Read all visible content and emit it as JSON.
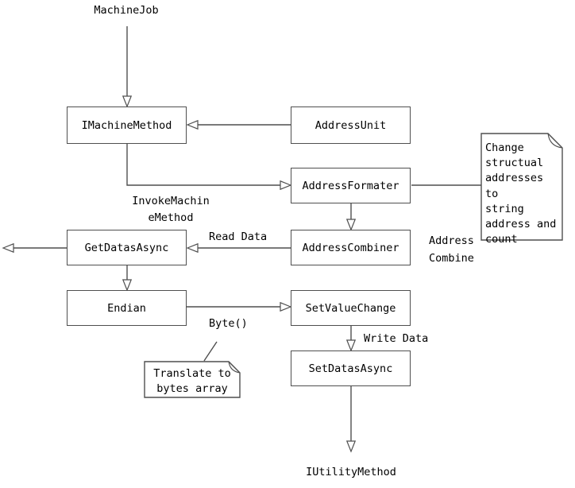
{
  "diagram": {
    "nodes": [
      {
        "id": "imachinemethod",
        "label": "IMachineMethod"
      },
      {
        "id": "addressunit",
        "label": "AddressUnit"
      },
      {
        "id": "addressformater",
        "label": "AddressFormater"
      },
      {
        "id": "addresscombiner",
        "label": "AddressCombiner"
      },
      {
        "id": "getdatasasync",
        "label": "GetDatasAsync"
      },
      {
        "id": "endian",
        "label": "Endian"
      },
      {
        "id": "setvaluechange",
        "label": "SetValueChange"
      },
      {
        "id": "setdatasasync",
        "label": "SetDatasAsync"
      }
    ],
    "terminals": {
      "start": "MachineJob",
      "end": "IUtilityMethod"
    },
    "edge_labels": {
      "invoke": [
        "InvokeMachin",
        "eMethod"
      ],
      "read_data": "Read Data",
      "address_combine": [
        "Address",
        "Combine"
      ],
      "byte": "Byte()",
      "write_data": "Write Data"
    },
    "notes": [
      {
        "lines": [
          "Change",
          "structual",
          "addresses to",
          "string",
          "address and",
          "count"
        ]
      },
      {
        "lines": [
          "Translate to",
          "bytes array"
        ]
      }
    ],
    "colors": {
      "background": "#ffffff",
      "line": "#4f4f4f",
      "box_fill": "#ffffff",
      "text": "#000000"
    }
  }
}
